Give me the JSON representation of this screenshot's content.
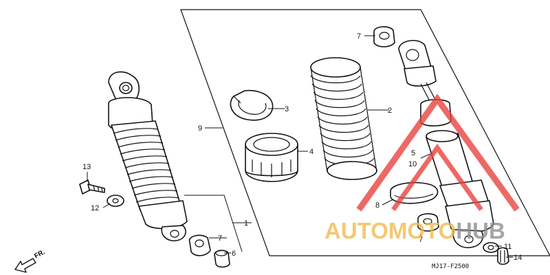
{
  "callouts": {
    "c1": "1",
    "c2": "2",
    "c3": "3",
    "c4": "4",
    "c5": "5",
    "c6": "6",
    "c7a": "7",
    "c7b": "7",
    "c7c": "7",
    "c8": "8",
    "c9": "9",
    "c10": "10",
    "c11": "11",
    "c12": "12",
    "c13": "13",
    "c14": "14"
  },
  "diagram_code": "MJ17-F2500",
  "direction_label": "FR.",
  "watermark": {
    "text_part1": "AUTOMOTO",
    "text_part2": "HUB",
    "color_orange": "#f2b94c",
    "color_gray": "#8c8c8c",
    "color_red": "#e8403a"
  }
}
